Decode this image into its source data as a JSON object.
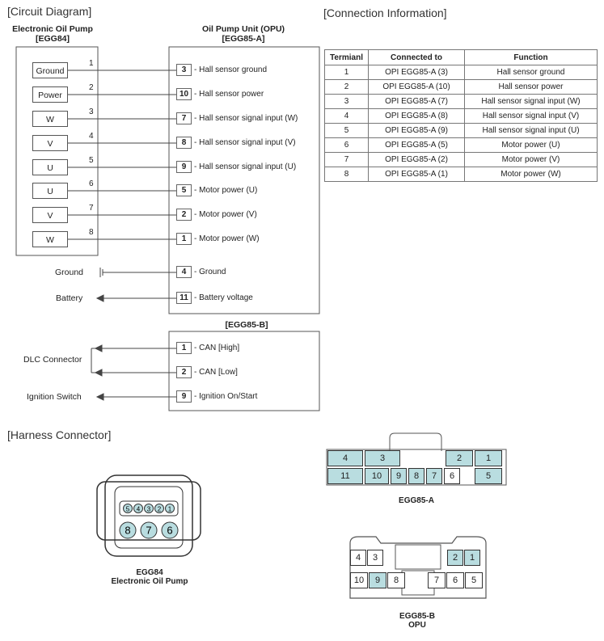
{
  "titles": {
    "circuit": "[Circuit Diagram]",
    "connection": "[Connection Information]",
    "harness": "[Harness Connector]"
  },
  "left_header": {
    "line1": "Electronic Oil Pump",
    "line2": "[EGG84]"
  },
  "right_header": {
    "line1": "Oil Pump Unit (OPU)",
    "line2": "[EGG85-A]"
  },
  "egg85b_header": "[EGG85-B]",
  "pins": [
    "Ground",
    "Power",
    "W",
    "V",
    "U",
    "U",
    "V",
    "W"
  ],
  "wire_numbers": [
    "1",
    "2",
    "3",
    "4",
    "5",
    "6",
    "7",
    "8"
  ],
  "terminals_a": [
    {
      "num": "3",
      "label": "- Hall sensor ground"
    },
    {
      "num": "10",
      "label": "- Hall sensor power"
    },
    {
      "num": "7",
      "label": "- Hall sensor signal input (W)"
    },
    {
      "num": "8",
      "label": "- Hall sensor signal input (V)"
    },
    {
      "num": "9",
      "label": "- Hall sensor signal input (U)"
    },
    {
      "num": "5",
      "label": "- Motor power (U)"
    },
    {
      "num": "2",
      "label": "- Motor power (V)"
    },
    {
      "num": "1",
      "label": "- Motor power (W)"
    },
    {
      "num": "4",
      "label": "- Ground"
    },
    {
      "num": "11",
      "label": "- Battery voltage"
    }
  ],
  "terminals_b": [
    {
      "num": "1",
      "label": "- CAN [High]"
    },
    {
      "num": "2",
      "label": "- CAN [Low]"
    },
    {
      "num": "9",
      "label": "- Ignition On/Start"
    }
  ],
  "ext_labels": {
    "ground": "Ground",
    "battery": "Battery",
    "dlc": "DLC Connector",
    "ignition": "Ignition Switch"
  },
  "table": {
    "headers": [
      "Termianl",
      "Connected to",
      "Function"
    ],
    "rows": [
      [
        "1",
        "OPI EGG85-A (3)",
        "Hall sensor ground"
      ],
      [
        "2",
        "OPI EGG85-A (10)",
        "Hall sensor power"
      ],
      [
        "3",
        "OPI EGG85-A (7)",
        "Hall sensor signal input (W)"
      ],
      [
        "4",
        "OPI EGG85-A (8)",
        "Hall sensor signal input (V)"
      ],
      [
        "5",
        "OPI EGG85-A (9)",
        "Hall sensor signal input (U)"
      ],
      [
        "6",
        "OPI EGG85-A (5)",
        "Motor power (U)"
      ],
      [
        "7",
        "OPI EGG85-A (2)",
        "Motor power (V)"
      ],
      [
        "8",
        "OPI EGG85-A (1)",
        "Motor power (W)"
      ]
    ]
  },
  "egg84_connector": {
    "top_pins": [
      "5",
      "4",
      "3",
      "2",
      "1"
    ],
    "bottom_pins": [
      "8",
      "7",
      "6"
    ],
    "caption1": "EGG84",
    "caption2": "Electronic Oil Pump"
  },
  "egg85a_connector": {
    "row1": [
      "4",
      "3",
      "2",
      "1"
    ],
    "row2": [
      "11",
      "10",
      "9",
      "8",
      "7",
      "6",
      "5"
    ],
    "caption": "EGG85-A"
  },
  "egg85b_connector": {
    "row1": [
      "4",
      "3",
      "2",
      "1"
    ],
    "row2": [
      "10",
      "9",
      "8",
      "7",
      "6",
      "5"
    ],
    "caption1": "EGG85-B",
    "caption2": "OPU"
  },
  "colors": {
    "pin_fill": "#b9dde0",
    "line": "#444444"
  }
}
